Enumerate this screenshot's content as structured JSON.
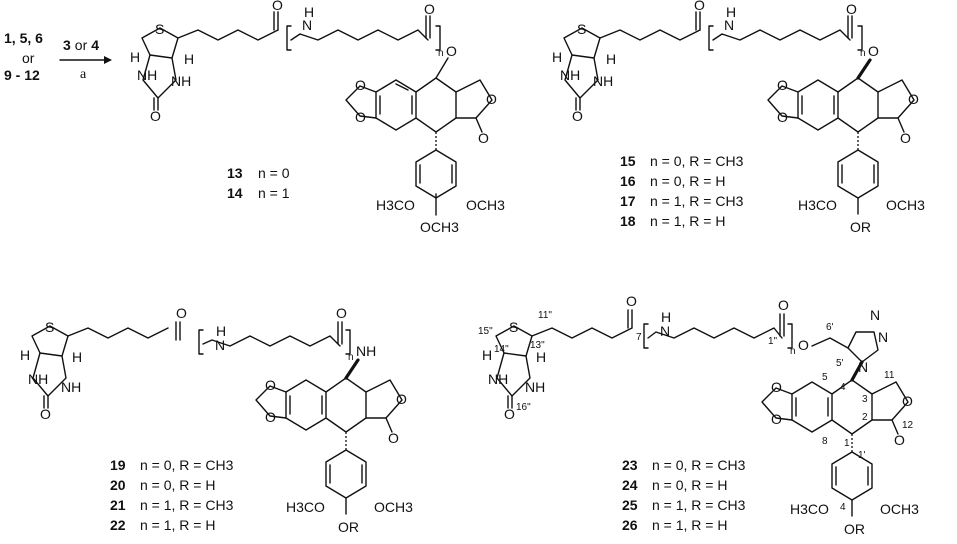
{
  "reaction": {
    "reactant_line1": "1, 5, 6",
    "reactant_or": "or",
    "reactant_line2": "9 - 12",
    "reagent_prefix": "3",
    "reagent_or": "or",
    "reagent_suffix": "4",
    "condition": "a"
  },
  "atoms": {
    "S": "S",
    "H": "H",
    "NH": "NH",
    "N": "N",
    "O": "O",
    "n": "n",
    "H3CO": "H3CO",
    "OCH3": "OCH3",
    "OR": "OR"
  },
  "compounds": {
    "group1": [
      {
        "id": "13",
        "desc": "n = 0"
      },
      {
        "id": "14",
        "desc": "n = 1"
      }
    ],
    "group2": [
      {
        "id": "15",
        "desc": "n = 0, R = CH3"
      },
      {
        "id": "16",
        "desc": "n = 0, R = H"
      },
      {
        "id": "17",
        "desc": "n = 1, R = CH3"
      },
      {
        "id": "18",
        "desc": "n = 1, R = H"
      }
    ],
    "group3": [
      {
        "id": "19",
        "desc": "n = 0, R = CH3"
      },
      {
        "id": "20",
        "desc": "n = 0, R = H"
      },
      {
        "id": "21",
        "desc": "n = 1, R = CH3"
      },
      {
        "id": "22",
        "desc": "n = 1, R = H"
      }
    ],
    "group4": [
      {
        "id": "23",
        "desc": "n = 0, R = CH3"
      },
      {
        "id": "24",
        "desc": "n = 0, R = H"
      },
      {
        "id": "25",
        "desc": "n = 1, R = CH3"
      },
      {
        "id": "26",
        "desc": "n = 1, R = H"
      }
    ]
  },
  "numbering": [
    "11\"",
    "15\"",
    "14\"",
    "13\"",
    "16\"",
    "7",
    "1\"",
    "6'",
    "5'",
    "5",
    "4",
    "3",
    "11",
    "2",
    "12",
    "8",
    "1",
    "1'",
    "4"
  ]
}
